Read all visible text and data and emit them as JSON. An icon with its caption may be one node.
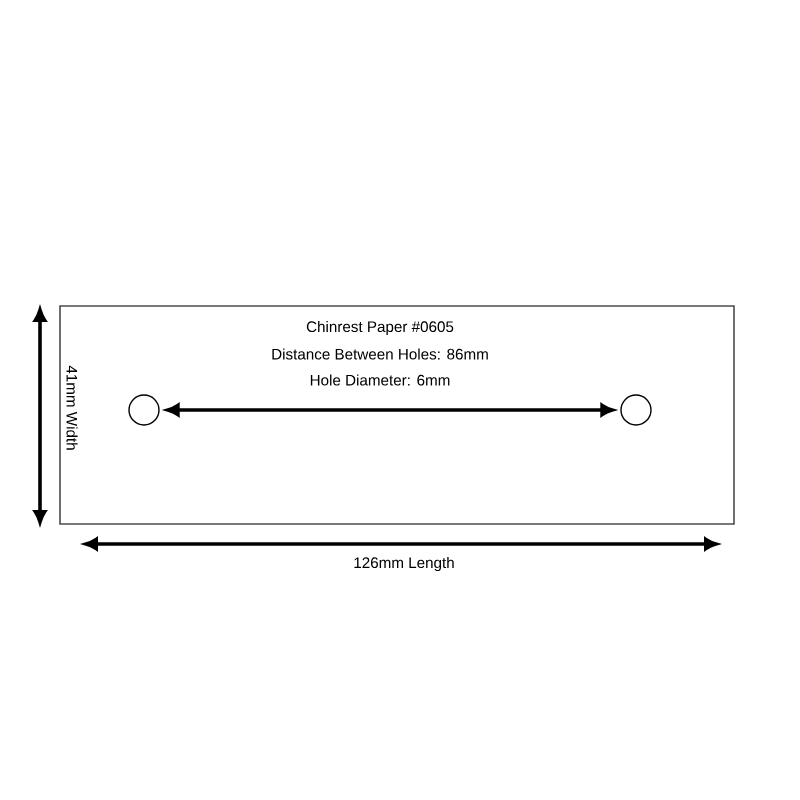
{
  "diagram": {
    "nodes": [
      {
        "text": [
          "Chinrest Paper #0605",
          "Distance Between Holes: 86mm",
          "Hole Diameter: 6mm"
        ]
      },
      {
        "text": [],
        "shape": "circle",
        "in": 0
      },
      {
        "text": [],
        "shape": "circle",
        "in": 0
      }
    ],
    "edges": [
      {
        "from": 1,
        "to": 2,
        "arrow": "both"
      }
    ],
    "labels": [
      "41mm Width",
      "126mm Length"
    ]
  }
}
